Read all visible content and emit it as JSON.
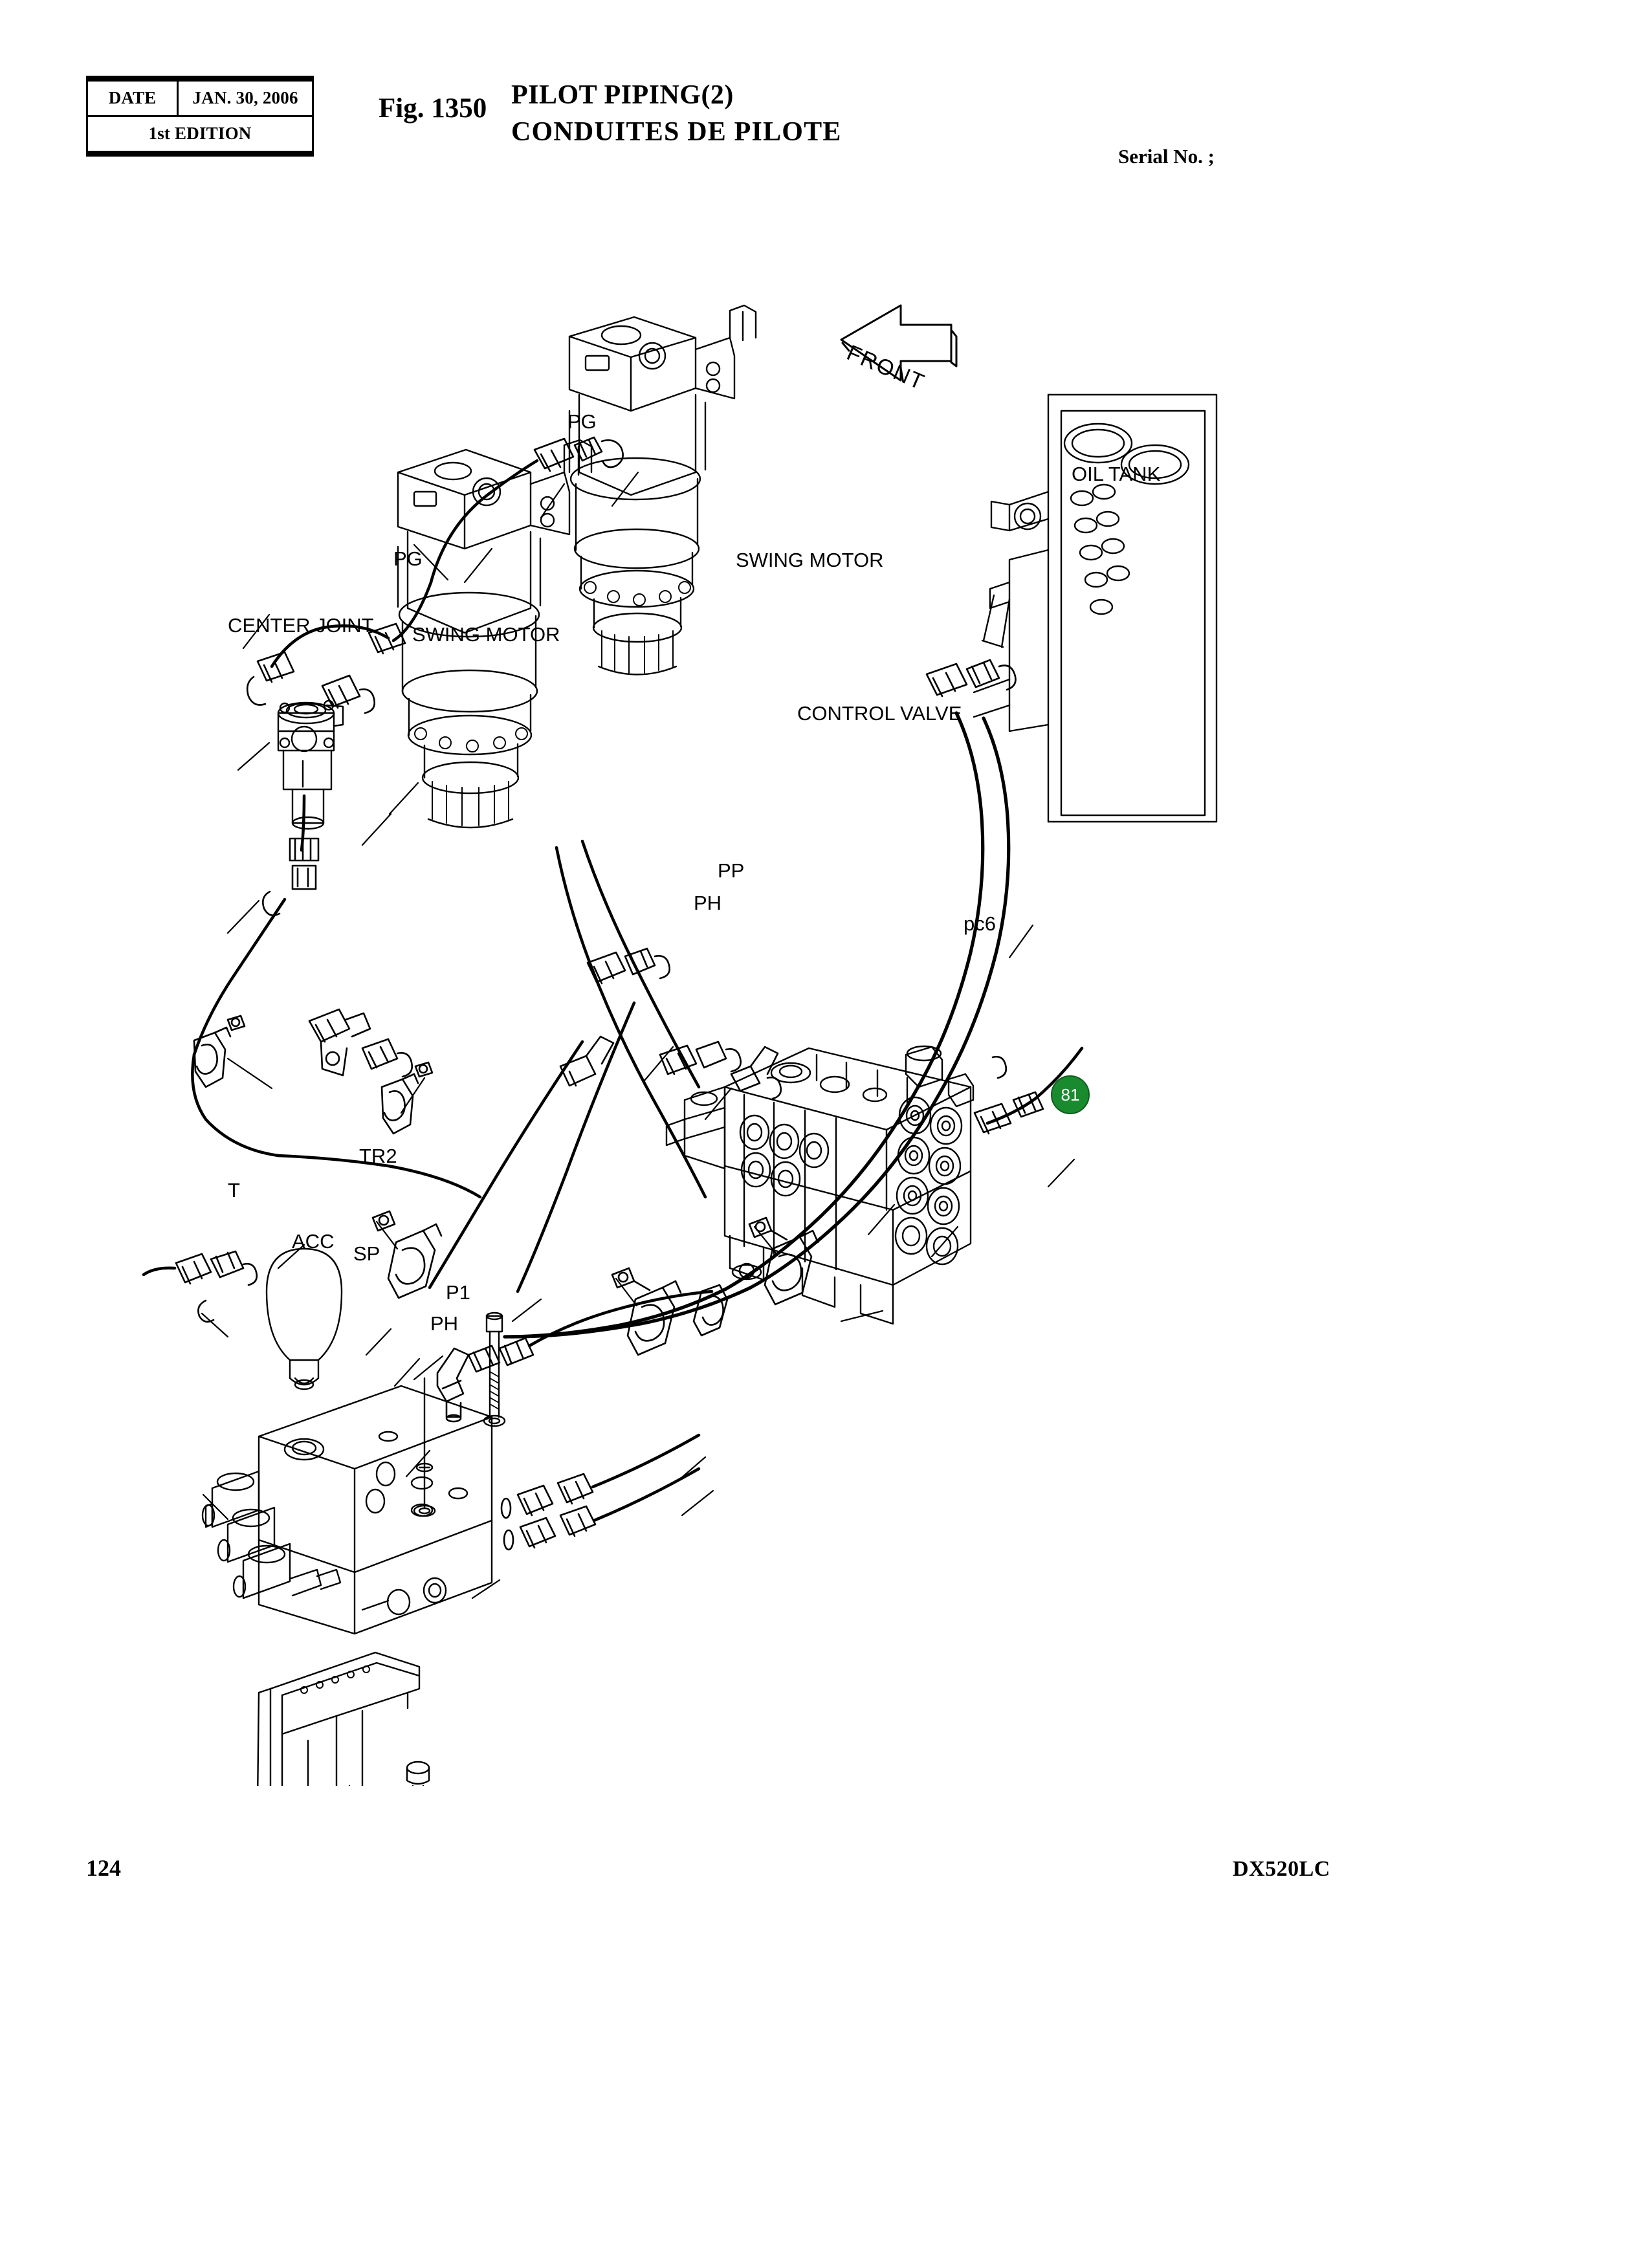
{
  "header": {
    "date_label": "DATE",
    "date_value": "JAN. 30, 2006",
    "edition": "1st EDITION",
    "fig_no": "Fig. 1350",
    "title_en": "PILOT  PIPING(2)",
    "title_fr": "CONDUITES  DE  PILOTE",
    "serial": "Serial No. ;"
  },
  "footer": {
    "page_number": "124",
    "model": "DX520LC"
  },
  "diagram": {
    "callout": {
      "number": "81",
      "color": "#1a8a2e"
    },
    "labels": [
      {
        "id": "pg-top",
        "text": "PG"
      },
      {
        "id": "pg-lower",
        "text": "PG"
      },
      {
        "id": "center-joint",
        "text": "CENTER JOINT"
      },
      {
        "id": "swing-motor-right",
        "text": "SWING MOTOR"
      },
      {
        "id": "swing-motor-left",
        "text": "SWING MOTOR"
      },
      {
        "id": "front-arrow",
        "text": "FRONT"
      },
      {
        "id": "oil-tank",
        "text": "OIL TANK"
      },
      {
        "id": "control-valve",
        "text": "CONTROL VALVE"
      },
      {
        "id": "pp",
        "text": "PP"
      },
      {
        "id": "ph-valve",
        "text": "PH"
      },
      {
        "id": "pc6",
        "text": "pc6"
      },
      {
        "id": "tr2",
        "text": "TR2"
      },
      {
        "id": "acc",
        "text": "ACC"
      },
      {
        "id": "sp",
        "text": "SP"
      },
      {
        "id": "t",
        "text": "T"
      },
      {
        "id": "p1",
        "text": "P1"
      },
      {
        "id": "ph-block",
        "text": "PH"
      }
    ]
  }
}
